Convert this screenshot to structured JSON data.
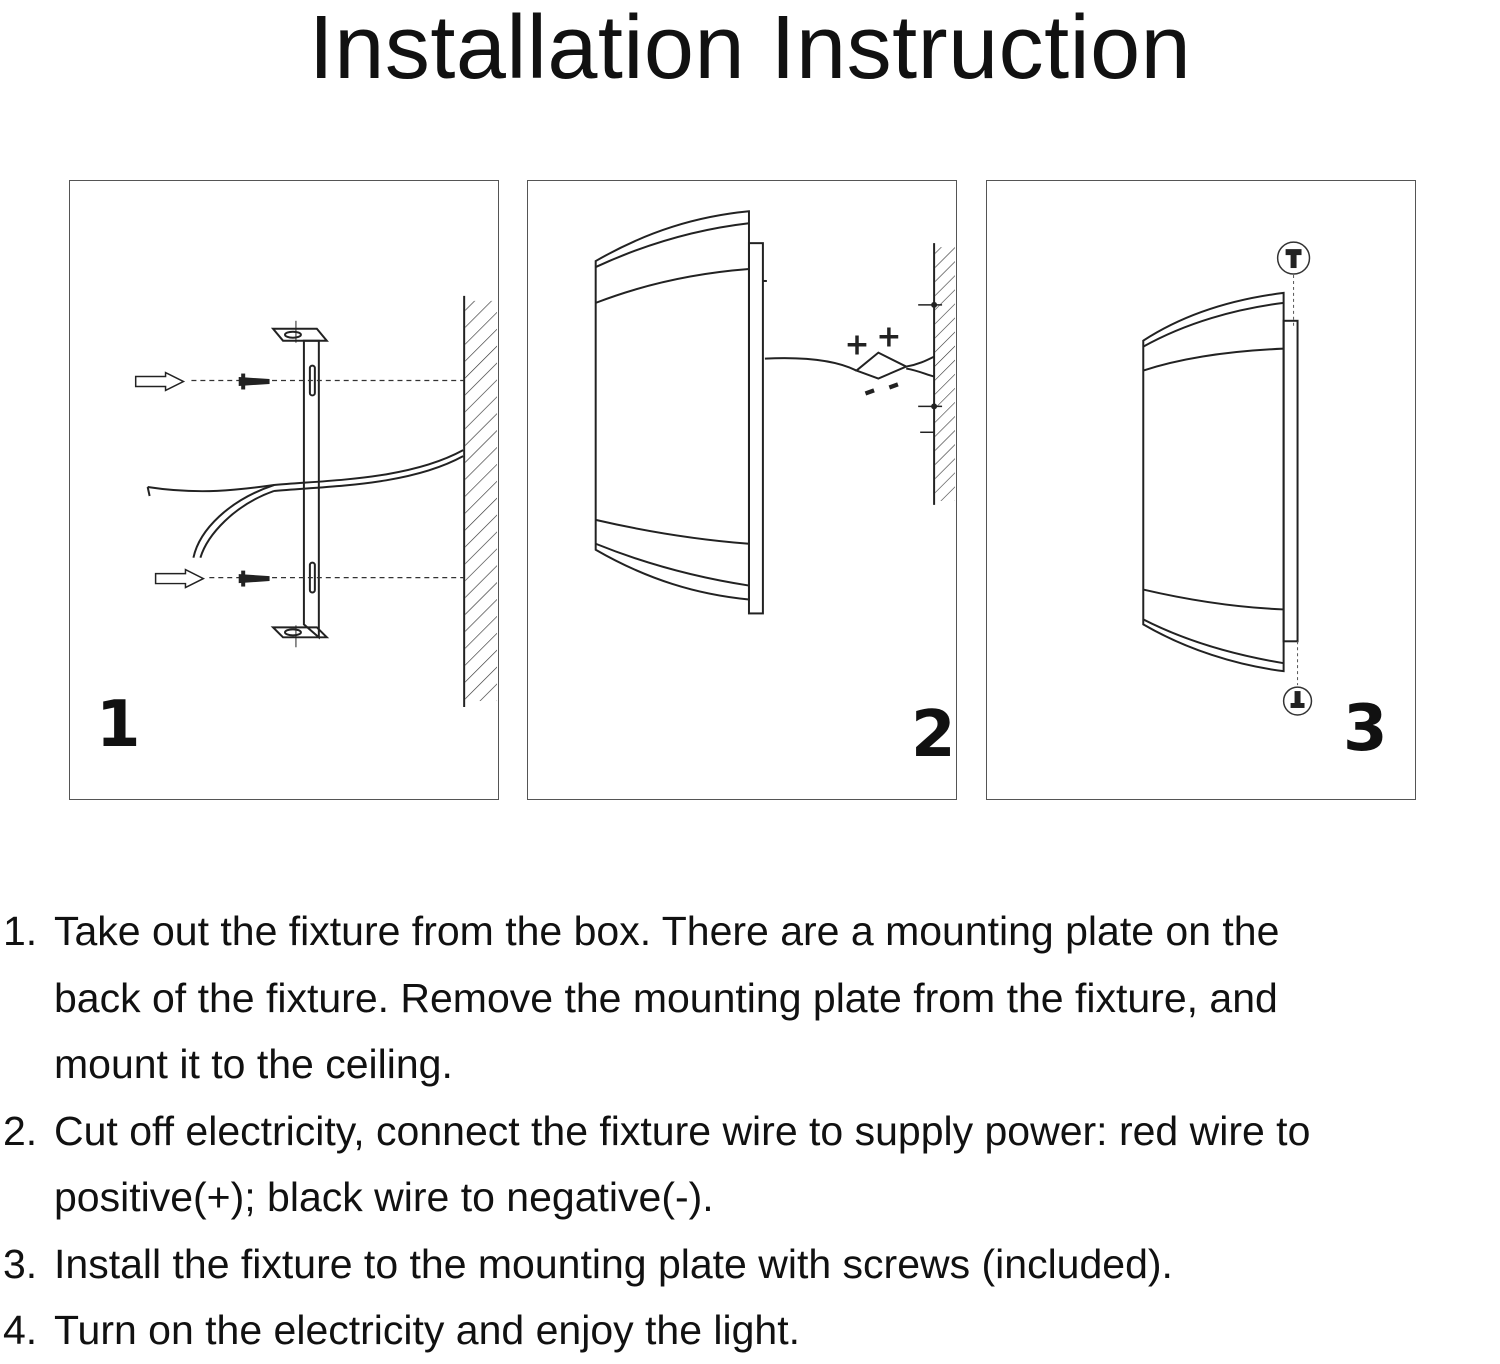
{
  "title": "Installation Instruction",
  "panels": [
    {
      "number": "1"
    },
    {
      "number": "2"
    },
    {
      "number": "3"
    }
  ],
  "diagram_symbols": {
    "plus": "+",
    "minus": "-"
  },
  "steps": [
    {
      "number": "1.",
      "lines": [
        "Take out the fixture from the box. There are a mounting plate on the",
        "back of the fixture. Remove the mounting plate from the fixture, and",
        "mount it to the ceiling."
      ]
    },
    {
      "number": "2.",
      "lines": [
        "Cut off electricity, connect the fixture wire to supply power: red wire to",
        "positive(+); black wire to negative(-)."
      ]
    },
    {
      "number": "3.",
      "lines": [
        "Install the fixture to the mounting plate with screws (included)."
      ]
    },
    {
      "number": "4.",
      "lines": [
        "Turn on the electricity and enjoy the light."
      ]
    }
  ]
}
